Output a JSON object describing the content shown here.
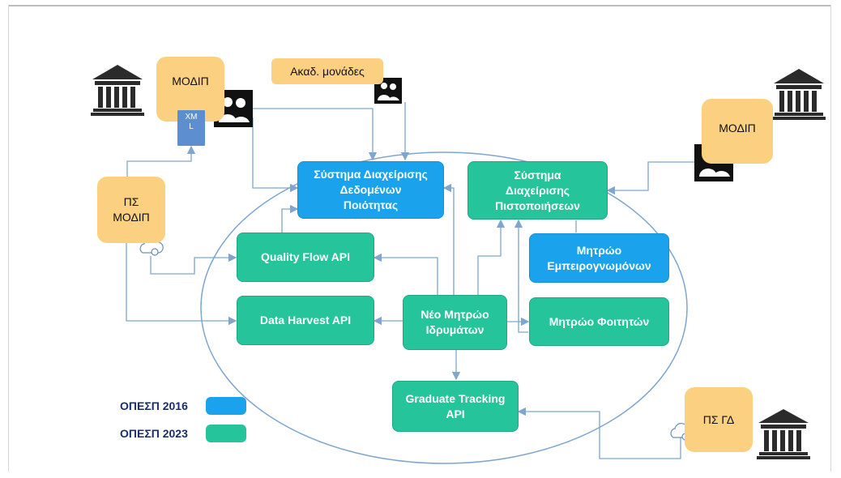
{
  "nodes": {
    "modip_top_left": "ΜΟΔΙΠ",
    "xml_doc": "XM\nL",
    "akad_monades": "Ακαδ. μονάδες",
    "modip_right": "ΜΟΔΙΠ",
    "ps_modip": "ΠΣ\nΜΟΔΙΠ",
    "ps_gd": "ΠΣ ΓΔ",
    "sdd_poiotitas": "Σύστημα Διαχείρισης\nΔεδομένων\nΠοιότητας",
    "sd_pistopoiiseon": "Σύστημα\nΔιαχείρισης\nΠιστοποιήσεων",
    "mitroo_empeirognomonon": "Μητρώο\nΕμπειρογνωμόνων",
    "quality_flow_api": "Quality Flow API",
    "data_harvest_api": "Data Harvest API",
    "neo_mitroo": "Νέο Μητρώο\nΙδρυμάτων",
    "mitroo_foititon": "Μητρώο Φοιτητών",
    "graduate_tracking_api": "Graduate Tracking\nAPI"
  },
  "legend": [
    {
      "label": "ΟΠΕΣΠ 2016",
      "color": "#1aa3ec"
    },
    {
      "label": "ΟΠΕΣΠ 2023",
      "color": "#25c49a"
    }
  ],
  "colors": {
    "ospesp_2016": "#1aa3ec",
    "ospesp_2023": "#25c49a",
    "external": "#fbd181",
    "connector": "#7ea6cf"
  },
  "icons": [
    "building-icon",
    "people-icon",
    "cloud-sync-icon",
    "xml-document-icon"
  ]
}
